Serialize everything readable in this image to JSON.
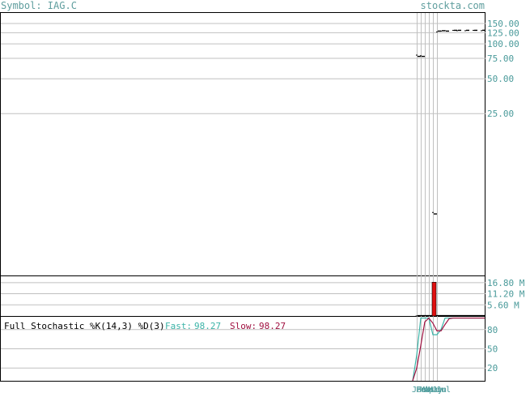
{
  "header": {
    "symbol_label": "Symbol: IAG.C",
    "site": "stockta.com"
  },
  "colors": {
    "header_text": "#5f9e9e",
    "price_ticks": "#4a9a9a",
    "grid": "#c0c0c0",
    "volume_bar": "#e01010",
    "fast_line": "#3cb4a8",
    "slow_line": "#a01040",
    "fast_label": "#3cb4a8",
    "slow_label": "#a01040"
  },
  "chart_data": [
    {
      "type": "line",
      "panel": "price",
      "scale": "log",
      "title": "",
      "ylim": [
        1.0,
        185
      ],
      "y_ticks": [
        150,
        125,
        100,
        75,
        50,
        25
      ],
      "y_tick_labels": [
        "150.00",
        "125.00",
        "100.00",
        "75.00",
        "50.00",
        "25.00"
      ],
      "x_labels": [
        "Jan",
        "Feb",
        "Mar",
        "Apr",
        "May",
        "Jun",
        "Jul"
      ],
      "series": [
        {
          "values": [
            {
              "x": 0,
              "open": 80,
              "close": 78
            },
            {
              "x": 1,
              "open": 79,
              "close": 78
            },
            {
              "x": 4,
              "open": 3.5,
              "close": 3.4
            },
            {
              "x": 5,
              "open": 127,
              "close": 129
            },
            {
              "x": 6,
              "open": 129,
              "close": 130
            },
            {
              "x": 7,
              "open": 130,
              "close": 129
            },
            {
              "x": 9,
              "open": 131,
              "close": 131
            },
            {
              "x": 10,
              "open": 130,
              "close": 131
            },
            {
              "x": 12,
              "open": 130,
              "close": 131
            },
            {
              "x": 14,
              "open": 131,
              "close": 131
            },
            {
              "x": 16,
              "open": 130,
              "close": 131
            }
          ]
        }
      ]
    },
    {
      "type": "bar",
      "panel": "volume",
      "ylim": [
        0,
        20
      ],
      "y_ticks": [
        16.8,
        11.2,
        5.6
      ],
      "y_tick_labels": [
        "16.80 M",
        "11.20 M",
        "5.60 M"
      ],
      "values": [
        {
          "x": 0,
          "v": 0.1
        },
        {
          "x": 4,
          "v": 17.0
        },
        {
          "x": 8,
          "v": 0.2
        },
        {
          "x": 12,
          "v": 0.2
        },
        {
          "x": 16,
          "v": 0.2
        }
      ]
    },
    {
      "type": "line",
      "panel": "stochastic",
      "title": "Full Stochastic %K(14,3) %D(3)",
      "fast_label": "Fast:",
      "fast_value": "98.27",
      "slow_label": "Slow:",
      "slow_value": "98.27",
      "ylim": [
        0,
        100
      ],
      "y_ticks": [
        80,
        50,
        20
      ],
      "y_tick_labels": [
        "80",
        "50",
        "20"
      ],
      "series": [
        {
          "name": "Fast",
          "values": [
            [
              0,
              0
            ],
            [
              1,
              40
            ],
            [
              2,
              98
            ],
            [
              3,
              98
            ],
            [
              4,
              98
            ],
            [
              5,
              72
            ],
            [
              6,
              72
            ],
            [
              7,
              80
            ],
            [
              8,
              98
            ],
            [
              10,
              98
            ],
            [
              12,
              98
            ],
            [
              14,
              98
            ],
            [
              16,
              98
            ]
          ]
        },
        {
          "name": "Slow",
          "values": [
            [
              0,
              0
            ],
            [
              1,
              20
            ],
            [
              2,
              55
            ],
            [
              3,
              92
            ],
            [
              4,
              98
            ],
            [
              5,
              90
            ],
            [
              6,
              78
            ],
            [
              7,
              78
            ],
            [
              8,
              88
            ],
            [
              9,
              97
            ],
            [
              10,
              98
            ],
            [
              12,
              98
            ],
            [
              14,
              98
            ],
            [
              16,
              98
            ]
          ]
        }
      ]
    }
  ],
  "x_axis_months": [
    "Jan",
    "Feb",
    "Mar",
    "Apr",
    "May",
    "Jun",
    "Jul"
  ]
}
